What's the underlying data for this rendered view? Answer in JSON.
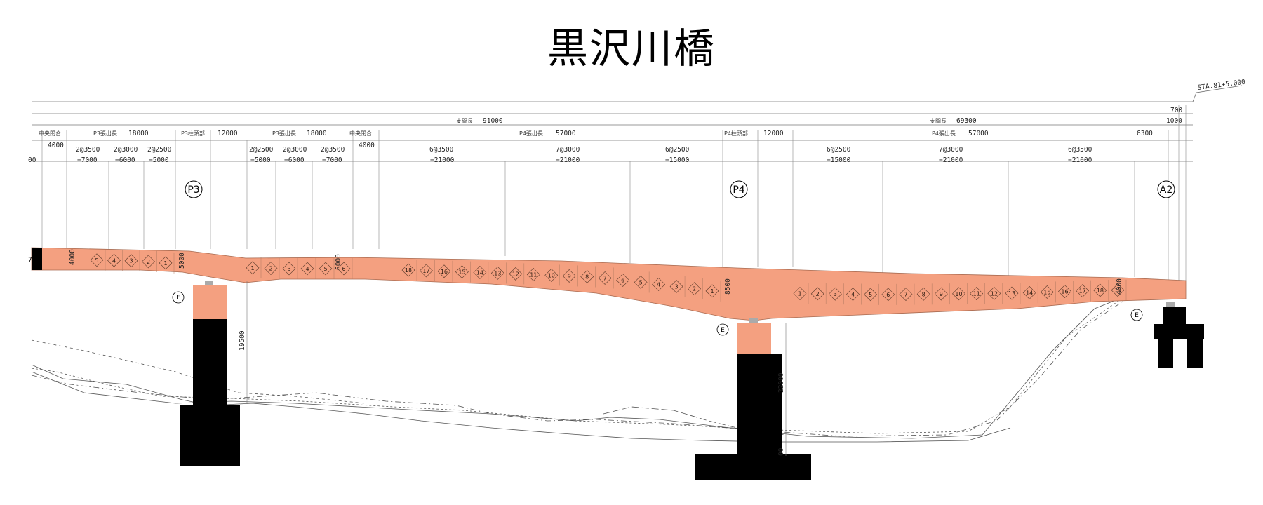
{
  "title": "黒沢川橋",
  "station": "STA.81+5.000",
  "colors": {
    "girder": "#f4a080",
    "pier_cap": "#f4a080",
    "substructure": "#000000"
  },
  "rows": {
    "top_right": "700",
    "spans": [
      {
        "label": "支間長",
        "value": "91000"
      },
      {
        "label": "支間長",
        "value": "69300"
      },
      {
        "label": "",
        "value": "1000"
      }
    ],
    "segments": [
      {
        "label": "中央閉合",
        "value": ""
      },
      {
        "label": "P3張出長",
        "value": "18000"
      },
      {
        "label": "P3柱頭部",
        "value": "12000"
      },
      {
        "label": "P3張出長",
        "value": "18000"
      },
      {
        "label": "中央閉合",
        "value": ""
      },
      {
        "label": "P4張出長",
        "value": "57000"
      },
      {
        "label": "P4柱頭部",
        "value": "12000"
      },
      {
        "label": "P4張出長",
        "value": "57000"
      },
      {
        "label": "",
        "value": "6300"
      }
    ],
    "closure_widths": [
      "4000",
      "4000"
    ],
    "blocks": [
      {
        "top": "",
        "bottom": "00"
      },
      {
        "top": "2@3500",
        "bottom": "=7000"
      },
      {
        "top": "2@3000",
        "bottom": "=6000"
      },
      {
        "top": "2@2500",
        "bottom": "=5000"
      },
      {
        "top": "2@2500",
        "bottom": "=5000"
      },
      {
        "top": "2@3000",
        "bottom": "=6000"
      },
      {
        "top": "2@3500",
        "bottom": "=7000"
      },
      {
        "top": "6@3500",
        "bottom": "=21000"
      },
      {
        "top": "7@3000",
        "bottom": "=21000"
      },
      {
        "top": "6@2500",
        "bottom": "=15000"
      },
      {
        "top": "6@2500",
        "bottom": "=15000"
      },
      {
        "top": "7@3000",
        "bottom": "=21000"
      },
      {
        "top": "6@3500",
        "bottom": "=21000"
      }
    ]
  },
  "piers": [
    {
      "name": "P3",
      "bearing": "E",
      "height": "19500",
      "depth_left": "4000",
      "depth_right": "5000"
    },
    {
      "name": "P4",
      "bearing": "E",
      "height": "22000",
      "depth": "8500",
      "depth_left": "6000"
    },
    {
      "name": "A2",
      "bearing": "E",
      "depth_left": "4000"
    }
  ],
  "segment_numbers": {
    "p3_left": [
      "5",
      "4",
      "3",
      "2",
      "1"
    ],
    "p3_right": [
      "1",
      "2",
      "3",
      "4",
      "5",
      "6"
    ],
    "p4_left": [
      "18",
      "17",
      "16",
      "15",
      "14",
      "13",
      "12",
      "11",
      "10",
      "9",
      "8",
      "7",
      "6",
      "5",
      "4",
      "3",
      "2",
      "1"
    ],
    "p4_right": [
      "1",
      "2",
      "3",
      "4",
      "5",
      "6",
      "7",
      "8",
      "9",
      "10",
      "11",
      "12",
      "13",
      "14",
      "15",
      "16",
      "17",
      "18",
      "19"
    ]
  },
  "edge_labels": {
    "left_stub": "7",
    "bottom_tick": "00"
  }
}
